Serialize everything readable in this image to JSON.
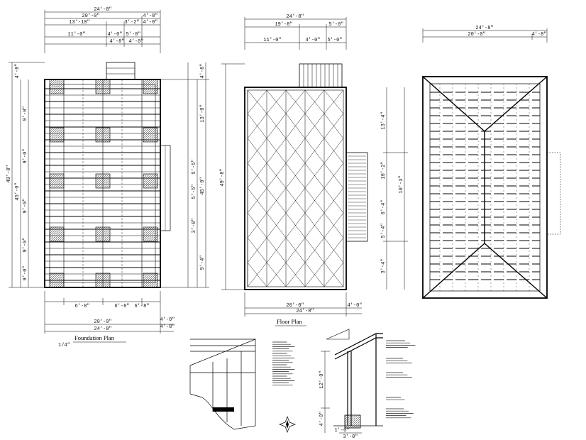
{
  "colors": {
    "ink": "#000000",
    "paper": "#ffffff",
    "hatch": "#555555"
  },
  "foundation": {
    "title": "Foundation Plan",
    "scale": "1/4\"",
    "dims_top": [
      "24'-8\"",
      "20'-0\"",
      "4'-8\"",
      "13'-10\"",
      "3'-2\"",
      "4'-0\"",
      "11'-0\"",
      "4'-0\"",
      "5'-0\"",
      "4'-8\"",
      "4'-0\""
    ],
    "dims_left": [
      "49'-8\"",
      "45'-0\"",
      "4'-8\"",
      "9'-0\"",
      "9'-0\"",
      "9'-0\"",
      "9'-0\"",
      "9'-0\""
    ],
    "dims_right": [
      "4'-8\"",
      "13'-0\"",
      "5'-5\"",
      "5'-5\"",
      "45'-0\"",
      "3'-8\"",
      "9'-4\""
    ],
    "dims_bottom": [
      "6'-8\"",
      "6'-8\"",
      "6'-8\"",
      "20'-0\"",
      "4'-0\"",
      "24'-8\"",
      "4'-8\""
    ]
  },
  "floor": {
    "title": "Floor Plan",
    "dims_top": [
      "24'-8\"",
      "19'-8\"",
      "5'-0\"",
      "11'-0\"",
      "4'-0\"",
      "5'-0\""
    ],
    "dims_right": [
      "13'-4\"",
      "10'-2\"",
      "6'-4\"",
      "5'-4\"",
      "10'-3\"",
      "3'-4\""
    ],
    "dims_left": [
      "49'-8\""
    ],
    "dims_bottom": [
      "20'-0\"",
      "4'-0\"",
      "24'-8\""
    ]
  },
  "roof": {
    "dims_top": [
      "24'-8\"",
      "20'-0\"",
      "4'-8\""
    ]
  },
  "section": {
    "dims": [
      "12'-0\"",
      "4'-0\"",
      "1'-0\"",
      "3'-0\""
    ]
  }
}
